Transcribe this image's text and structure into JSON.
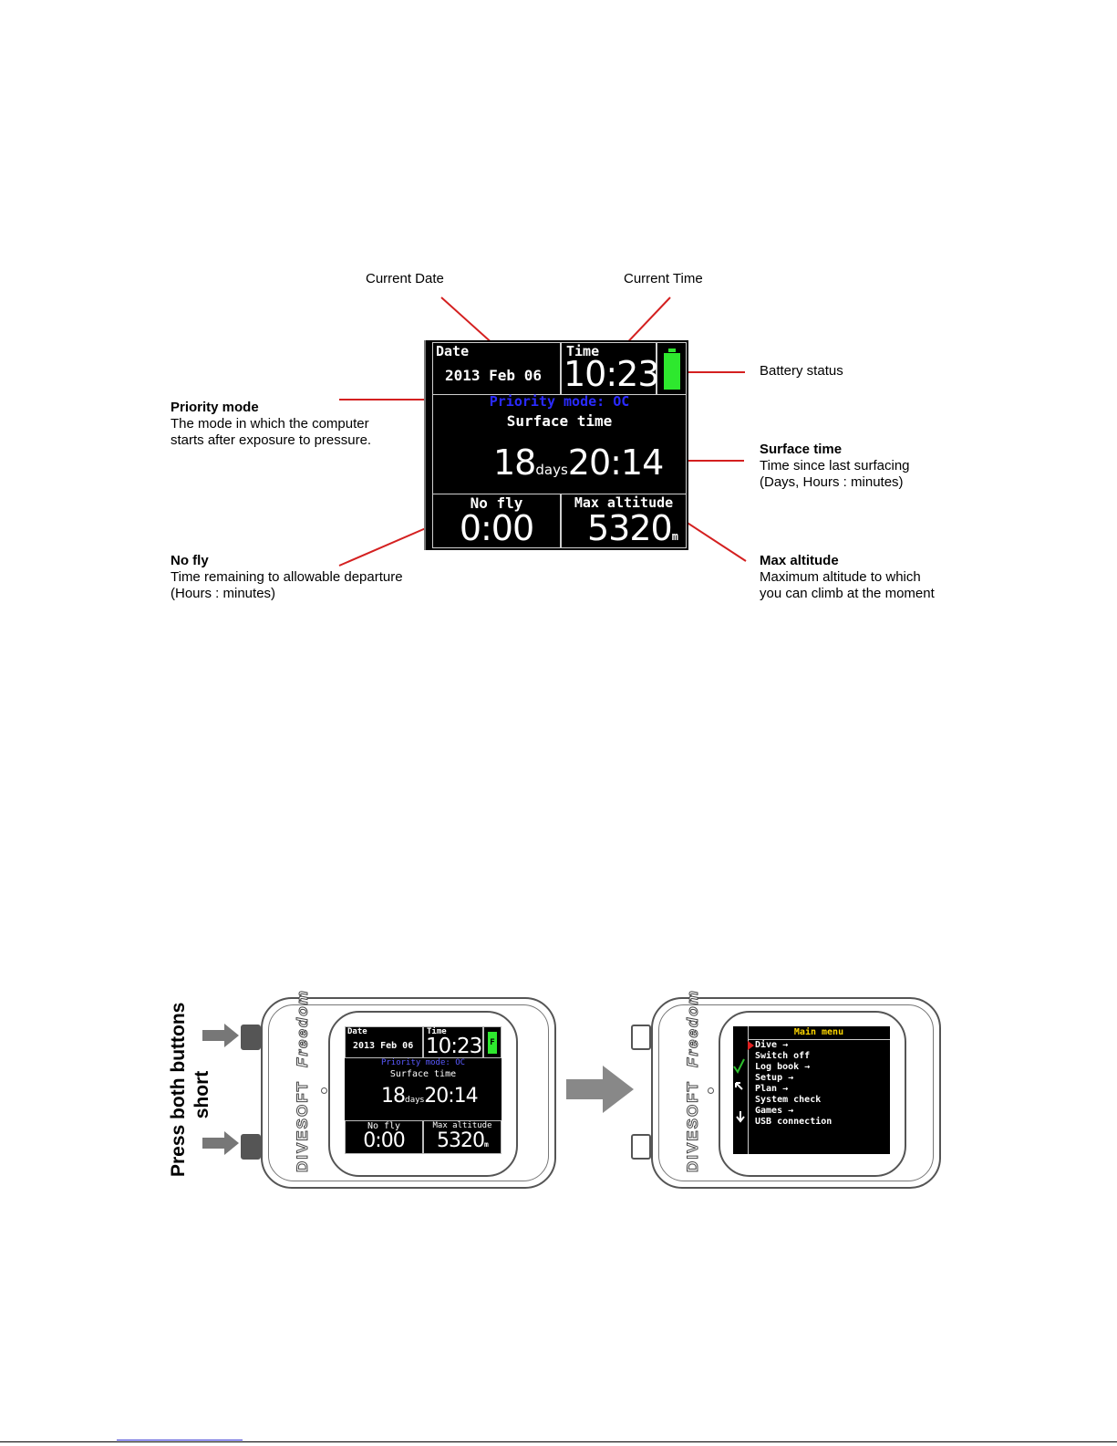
{
  "main_screen": {
    "date_label": "Date",
    "date_value": "2013 Feb 06",
    "time_label": "Time",
    "time_value": "10:23",
    "priority_mode": "Priority mode: OC",
    "surface_label": "Surface time",
    "surface_days": "18",
    "surface_days_unit": "days",
    "surface_hm": "20:14",
    "nofly_label": "No fly",
    "nofly_value": "0:00",
    "maxalt_label": "Max altitude",
    "maxalt_value": "5320",
    "maxalt_unit": "m",
    "battery_level": 1.0,
    "battery_color": "#2ee82e",
    "priority_color": "#2a2aff"
  },
  "callouts": {
    "current_date": "Current Date",
    "current_time": "Current Time",
    "battery_status": "Battery status",
    "priority_title": "Priority mode",
    "priority_desc_1": "The mode in which the computer",
    "priority_desc_2": "starts after exposure to pressure.",
    "surface_title": "Surface time",
    "surface_desc_1": "Time since last surfacing",
    "surface_desc_2": "(Days, Hours : minutes)",
    "nofly_title": "No fly",
    "nofly_desc_1": "Time remaining to allowable departure",
    "nofly_desc_2": "(Hours : minutes)",
    "maxalt_title": "Max altitude",
    "maxalt_desc_1": "Maximum altitude to which",
    "maxalt_desc_2": "you can climb at the moment",
    "line_color": "#d42020"
  },
  "devices": {
    "instruction_line_1": "Press both buttons",
    "instruction_line_2": "short",
    "brand": "DIVESOFT",
    "model": "Freedom",
    "battery_letter": "F",
    "menu_title": "Main menu",
    "menu_title_color": "#ffd700",
    "menu_items": [
      "Dive →",
      "Switch off",
      "Log book →",
      "Setup →",
      "Plan →",
      "System check",
      "Games →",
      "USB connection"
    ],
    "cursor_color": "#e02020",
    "check_color": "#2ec02e"
  }
}
